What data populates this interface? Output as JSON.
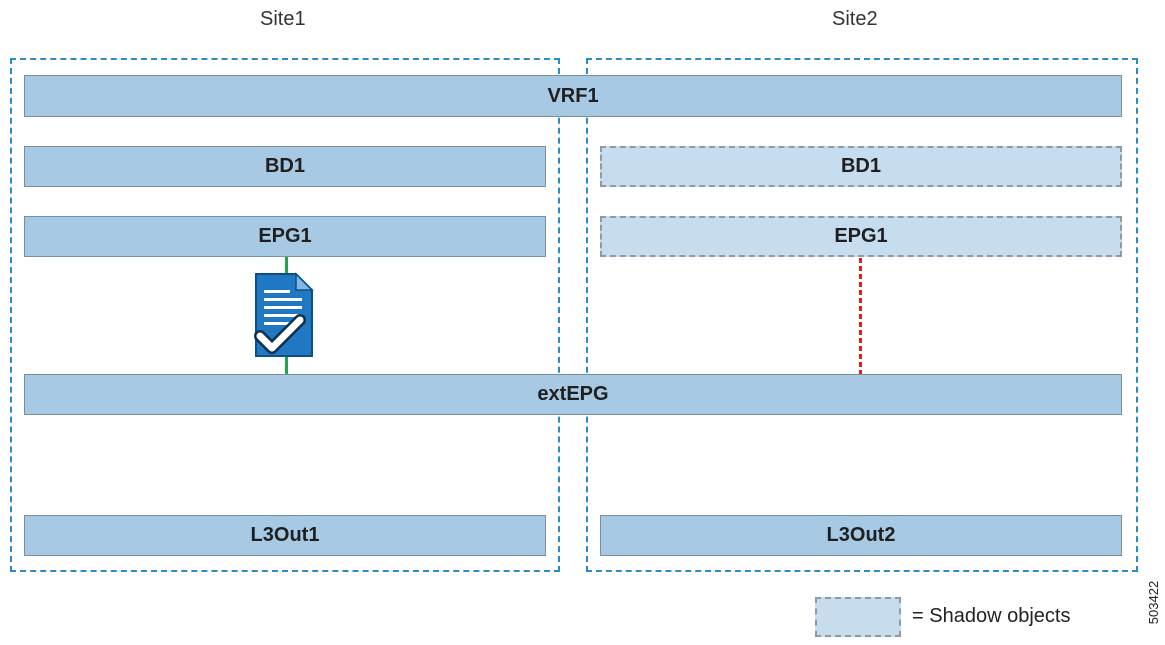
{
  "sites": [
    {
      "label": "Site1"
    },
    {
      "label": "Site2"
    }
  ],
  "objects": {
    "vrf": "VRF1",
    "site1_bd": "BD1",
    "site1_epg": "EPG1",
    "site2_bd": "BD1",
    "site2_epg": "EPG1",
    "ext_epg": "extEPG",
    "site1_l3out": "L3Out1",
    "site2_l3out": "L3Out2"
  },
  "legend": {
    "text": "= Shadow objects"
  },
  "figure_id": "503422",
  "icons": {
    "contract": "document-checkmark-icon"
  },
  "colors": {
    "object_fill": "#a8c9e4",
    "shadow_fill": "#c6dcef",
    "site_border": "#2e8bc0",
    "contract_link": "#22a64a",
    "missing_link": "#e02020"
  }
}
